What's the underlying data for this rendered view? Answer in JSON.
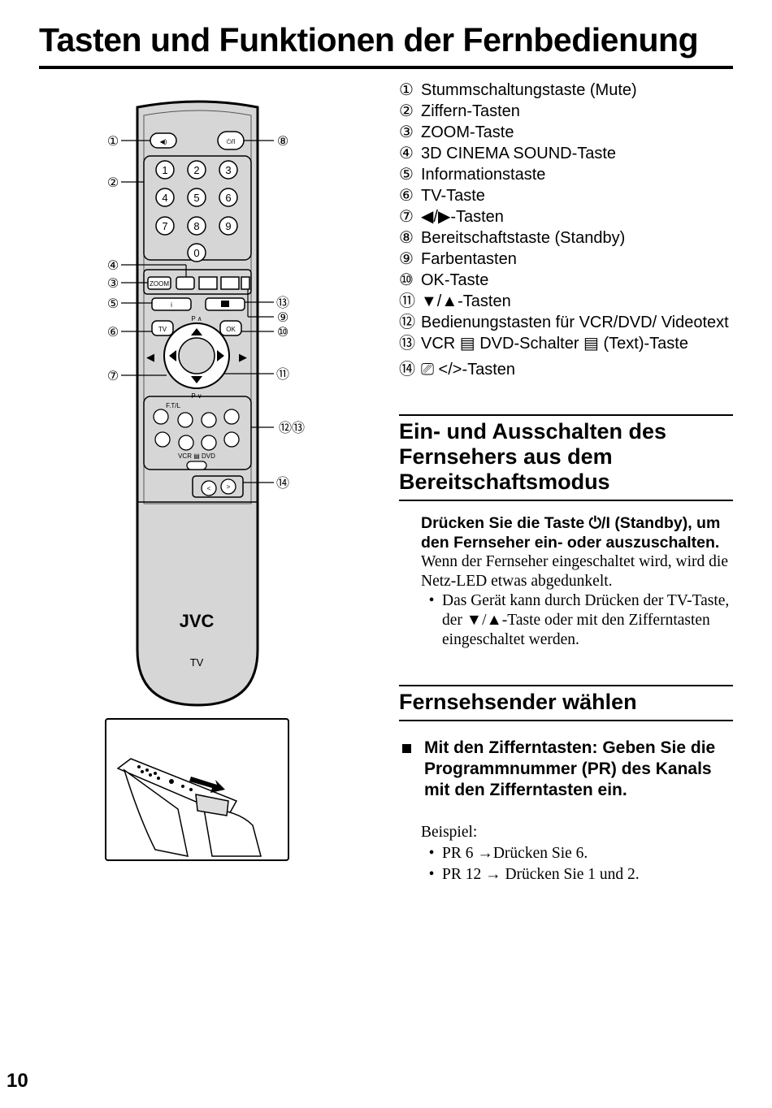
{
  "page": {
    "title": "Tasten und Funktionen der Fernbedienung",
    "page_number": "10"
  },
  "legend": [
    {
      "num": "①",
      "text": "Stummschaltungstaste (Mute)"
    },
    {
      "num": "②",
      "text": "Ziffern-Tasten"
    },
    {
      "num": "③",
      "text": "ZOOM-Taste"
    },
    {
      "num": "④",
      "text": "3D CINEMA SOUND-Taste"
    },
    {
      "num": "⑤",
      "text": "Informationstaste"
    },
    {
      "num": "⑥",
      "text": "TV-Taste"
    },
    {
      "num": "⑦",
      "text": "◀/▶-Tasten"
    },
    {
      "num": "⑧",
      "text": "Bereitschaftstaste (Standby)"
    },
    {
      "num": "⑨",
      "text": "Farbentasten"
    },
    {
      "num": "⑩",
      "text": "OK-Taste"
    },
    {
      "num": "⑪",
      "text": "▼/▲-Tasten"
    },
    {
      "num": "⑫",
      "text": "Bedienungstasten für VCR/DVD/ Videotext"
    },
    {
      "num": "⑬",
      "text": "VCR ▤ DVD-Schalter ▤ (Text)-Taste"
    },
    {
      "num": "⑭",
      "text": "⎚ </>-Tasten"
    }
  ],
  "section1": {
    "heading": "Ein- und Ausschalten des Fernsehers aus dem Bereitschaftsmodus",
    "instruction": "Drücken Sie die Taste ⏻/I (Standby), um den Fernseher ein- oder auszuschalten.",
    "body": "Wenn der Fernseher eingeschaltet wird, wird die Netz-LED etwas abgedunkelt.",
    "bullets": [
      "Das Gerät kann durch Drücken der TV-Taste, der ▼/▲-Taste oder mit den Zifferntasten eingeschaltet werden."
    ]
  },
  "section2": {
    "heading": "Fernsehsender wählen",
    "item_title": "Mit den Zifferntasten: Geben Sie die Programmnummer (PR) des Kanals mit den Zifferntasten ein.",
    "example_label": "Beispiel:",
    "bullets": [
      "PR 6 →Drücken Sie 6.",
      "PR 12 → Drücken Sie 1 und 2."
    ]
  },
  "remote": {
    "brand": "JVC",
    "model_label": "TV",
    "callouts_left": [
      "①",
      "②",
      "④",
      "③",
      "⑤",
      "⑥",
      "⑦"
    ],
    "callouts_right": [
      "⑧",
      "⑬",
      "⑨",
      "⑩",
      "⑪",
      "⑫⑬",
      "⑭"
    ],
    "number_keys": [
      "1",
      "2",
      "3",
      "4",
      "5",
      "6",
      "7",
      "8",
      "9",
      "0"
    ],
    "key_labels": {
      "standby": "⏻/I",
      "zoom": "ZOOM",
      "tv": "TV",
      "ok": "OK",
      "p_up": "P ∧",
      "p_down": "P ∨",
      "ftl": "F.T/L",
      "vcr_dvd": "VCR ▤ DVD",
      "lt": "<",
      "gt": ">"
    }
  }
}
